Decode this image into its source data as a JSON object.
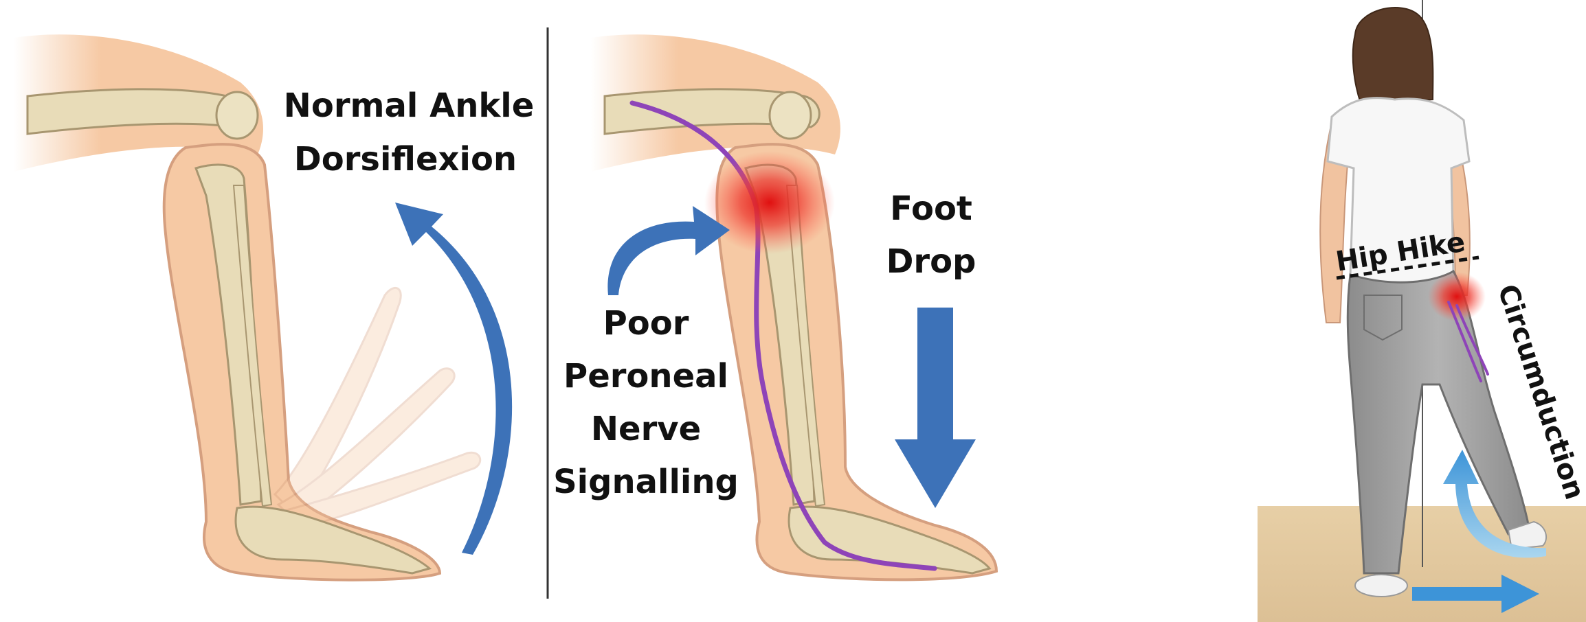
{
  "panel_left": {
    "title_line1": "Normal Ankle",
    "title_line2": "Dorsiflexion"
  },
  "panel_middle": {
    "foot_drop_line1": "Foot",
    "foot_drop_line2": "Drop",
    "nerve_line1": "Poor",
    "nerve_line2": "Peroneal",
    "nerve_line3": "Nerve",
    "nerve_line4": "Signalling"
  },
  "panel_right": {
    "hip_hike": "Hip Hike",
    "circumduction": "Circumduction"
  },
  "colors": {
    "arrow_blue": "#3d72b8",
    "skin": "#f6c9a4",
    "skin_outline": "#d59f7f",
    "bone": "#e8dcb8",
    "bone_outline": "#a89670",
    "nerve": "#8e44b8",
    "pain_red": "#e01010",
    "floor": "#e7cfa6",
    "jeans": "#9a9a9a",
    "shirt": "#f7f7f7",
    "hair": "#5a3b28"
  }
}
